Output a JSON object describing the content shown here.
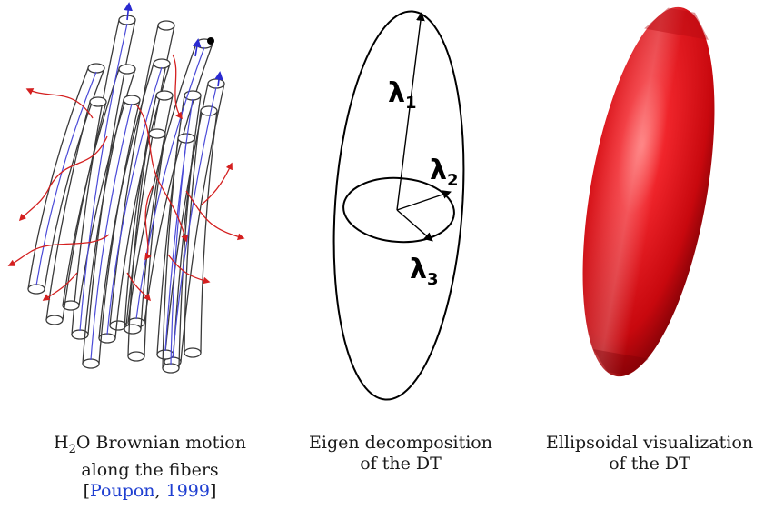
{
  "panels": {
    "fibers": {
      "caption": {
        "prefix": "H",
        "subscript": "2",
        "rest": "O Brownian motion",
        "line2": "along the fibers",
        "open_bracket": "[",
        "cite_author": "Poupon",
        "comma": ", ",
        "cite_year": "1999",
        "close_bracket": "]"
      }
    },
    "eigen": {
      "labels": {
        "lambda1": {
          "symbol": "λ",
          "index": "1"
        },
        "lambda2": {
          "symbol": "λ",
          "index": "2"
        },
        "lambda3": {
          "symbol": "λ",
          "index": "3"
        }
      },
      "caption": {
        "line1": "Eigen decomposition",
        "line2": "of the DT"
      }
    },
    "ellipsoid": {
      "caption": {
        "line1": "Ellipsoidal visualization",
        "line2": "of the DT"
      }
    }
  },
  "colors": {
    "fiber_outline": "#3a3a3a",
    "fiber_core": "#4a4ad8",
    "diffusion_path": "#d42020",
    "ellipsoid_red": "#e8141c"
  }
}
